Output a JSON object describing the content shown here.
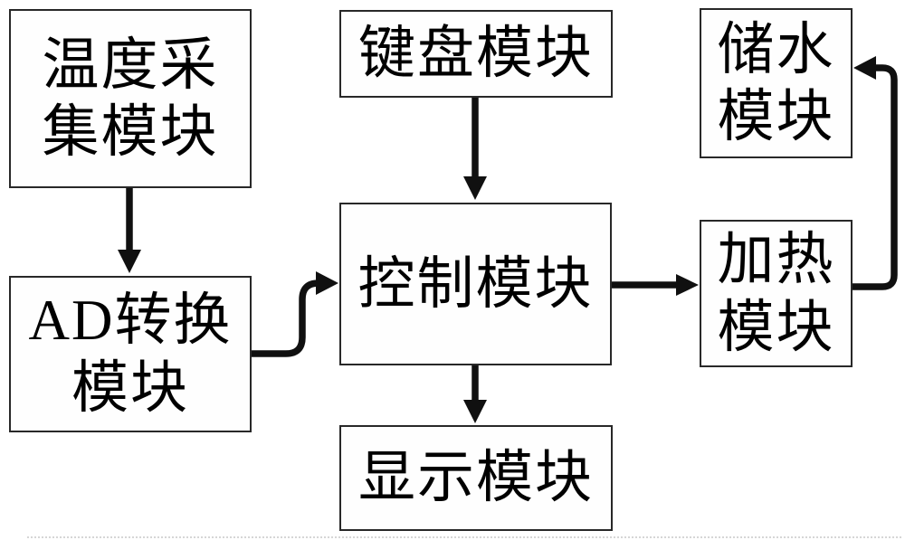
{
  "diagram": {
    "type": "block-diagram",
    "background_color": "#ffffff",
    "line_color": "#101010",
    "box_border_color": "#282828",
    "nodes": {
      "temp_collection": {
        "label": "温度采集模块",
        "lines": [
          "温度采",
          "集模块"
        ]
      },
      "ad_conversion": {
        "label": "AD转换模块",
        "lines": [
          "AD转换",
          "模块"
        ]
      },
      "keyboard": {
        "label": "键盘模块",
        "lines": [
          "键盘模块"
        ]
      },
      "control": {
        "label": "控制模块",
        "lines": [
          "控制模块"
        ]
      },
      "water_storage": {
        "label": "储水模块",
        "lines": [
          "储水",
          "模块"
        ]
      },
      "heating": {
        "label": "加热模块",
        "lines": [
          "加热",
          "模块"
        ]
      },
      "display": {
        "label": "显示模块",
        "lines": [
          "显示模块"
        ]
      }
    },
    "edges": [
      {
        "from": "温度采集模块",
        "to": "AD转换模块",
        "shape": "straight-down"
      },
      {
        "from": "AD转换模块",
        "to": "控制模块",
        "shape": "elbow-right-up-right"
      },
      {
        "from": "键盘模块",
        "to": "控制模块",
        "shape": "straight-down"
      },
      {
        "from": "控制模块",
        "to": "加热模块",
        "shape": "straight-right"
      },
      {
        "from": "控制模块",
        "to": "显示模块",
        "shape": "straight-down"
      },
      {
        "from": "加热模块",
        "to": "储水模块",
        "shape": "elbow-right-up-left"
      }
    ]
  }
}
